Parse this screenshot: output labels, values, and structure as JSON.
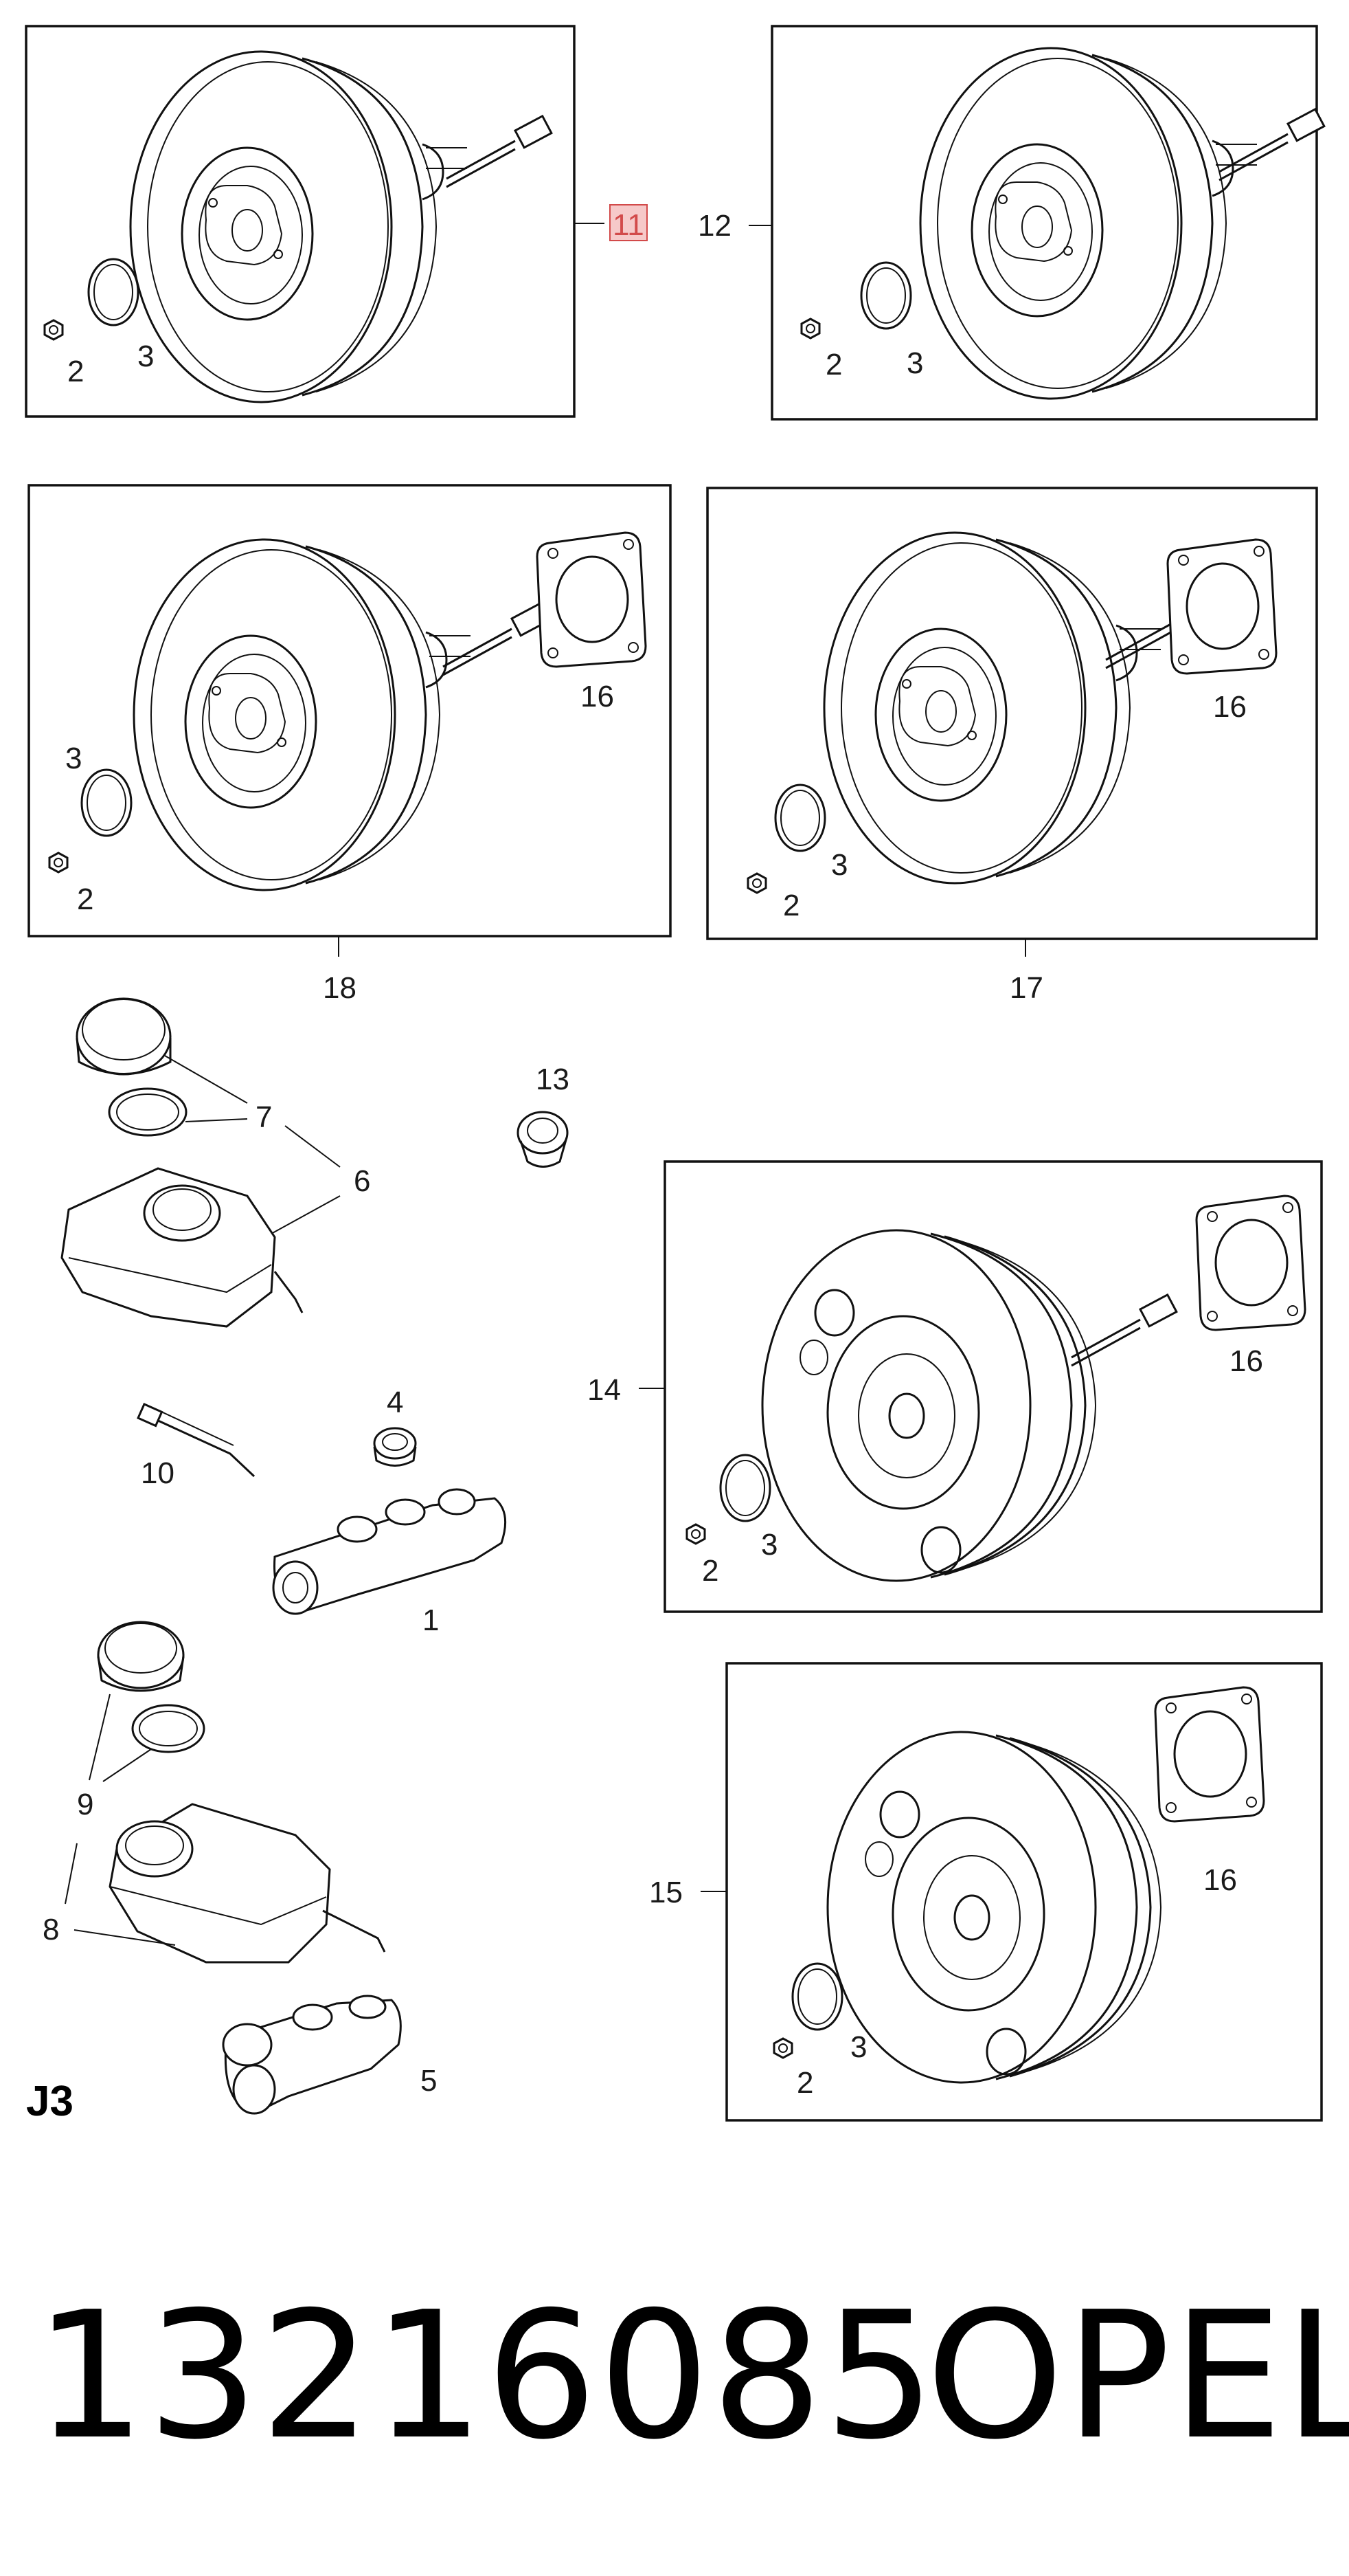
{
  "diagram": {
    "panels": [
      {
        "id": "11",
        "part_label": "11",
        "highlighted": true,
        "items": [
          "2",
          "3"
        ]
      },
      {
        "id": "12",
        "part_label": "12",
        "highlighted": false,
        "items": [
          "2",
          "3"
        ]
      },
      {
        "id": "18",
        "part_label": "18",
        "highlighted": false,
        "items": [
          "3",
          "2",
          "16"
        ]
      },
      {
        "id": "17",
        "part_label": "17",
        "highlighted": false,
        "items": [
          "16",
          "3",
          "2"
        ]
      },
      {
        "id": "14",
        "part_label": "14",
        "highlighted": false,
        "items": [
          "16",
          "3",
          "2"
        ]
      },
      {
        "id": "15",
        "part_label": "15",
        "highlighted": false,
        "items": [
          "16",
          "3",
          "2"
        ]
      }
    ],
    "labels": {
      "p11_2": "2",
      "p11_3": "3",
      "p11_part": "11",
      "p12_2": "2",
      "p12_3": "3",
      "p12_part": "12",
      "p18_3": "3",
      "p18_2": "2",
      "p18_16": "16",
      "p18_part": "18",
      "p17_16": "16",
      "p17_3": "3",
      "p17_2": "2",
      "p17_part": "17",
      "l13": "13",
      "l7": "7",
      "l6": "6",
      "l4": "4",
      "l10": "10",
      "l1": "1",
      "l9": "9",
      "l8": "8",
      "l5": "5",
      "p14_16": "16",
      "p14_3": "3",
      "p14_2": "2",
      "p14_part": "14",
      "p15_16": "16",
      "p15_3": "3",
      "p15_2": "2",
      "p15_part": "15",
      "section": "J3"
    },
    "highlight_color": "#d24a4a"
  },
  "footer": {
    "part_number": "13216085",
    "brand": "OPEL"
  }
}
